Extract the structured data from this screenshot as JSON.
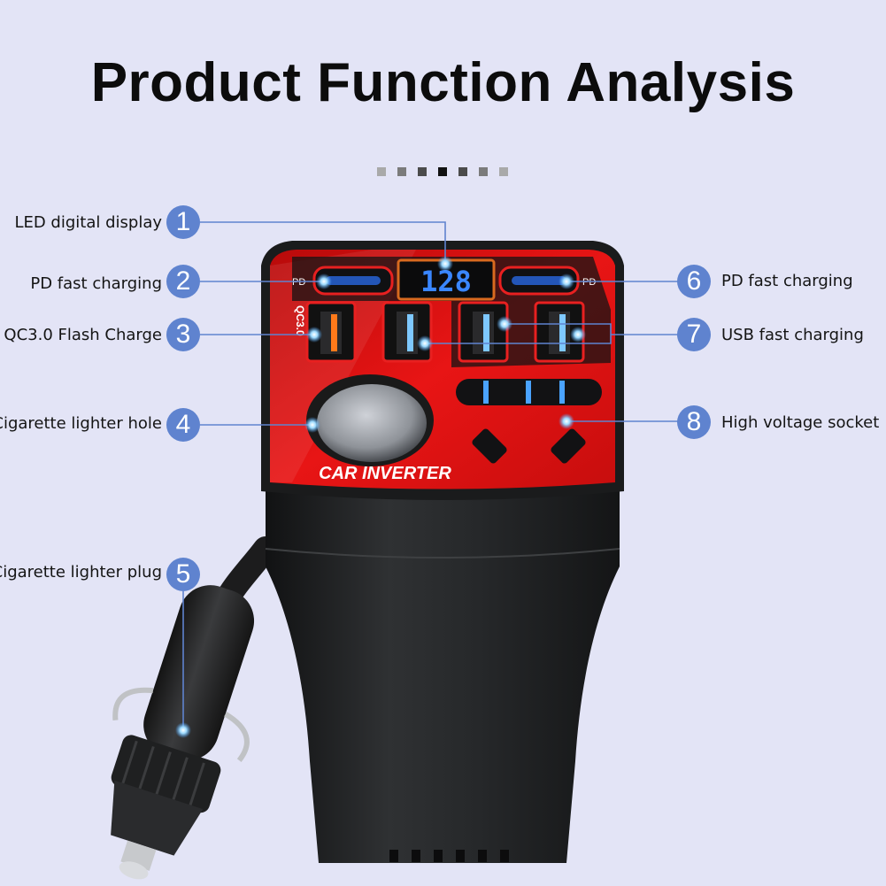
{
  "title": "Product Function Analysis",
  "pagination_dots": [
    "#a9a9a9",
    "#7b7b7b",
    "#4b4b4b",
    "#111111",
    "#4b4b4b",
    "#7b7b7b",
    "#a9a9a9"
  ],
  "display_reading": "128",
  "panel_text": "CAR INVERTER",
  "port_tags": {
    "pd_left": "PD",
    "pd_right": "PD",
    "qc": "QC3.0"
  },
  "callouts": [
    {
      "number": "1",
      "label": "LED digital display"
    },
    {
      "number": "2",
      "label": "PD fast charging"
    },
    {
      "number": "3",
      "label": "QC3.0 Flash Charge"
    },
    {
      "number": "4",
      "label": "Cigarette lighter hole"
    },
    {
      "number": "5",
      "label": "Cigarette lighter plug"
    },
    {
      "number": "6",
      "label": "PD fast charging"
    },
    {
      "number": "7",
      "label": "USB fast charging"
    },
    {
      "number": "8",
      "label": "High voltage socket"
    }
  ],
  "colors": {
    "background": "#e3e4f6",
    "badge": "#5f83cf",
    "panel_red": "#e01212",
    "body_black": "#232425",
    "display_digits": "#3a86ff",
    "port_glow": "#4aa3ff"
  }
}
